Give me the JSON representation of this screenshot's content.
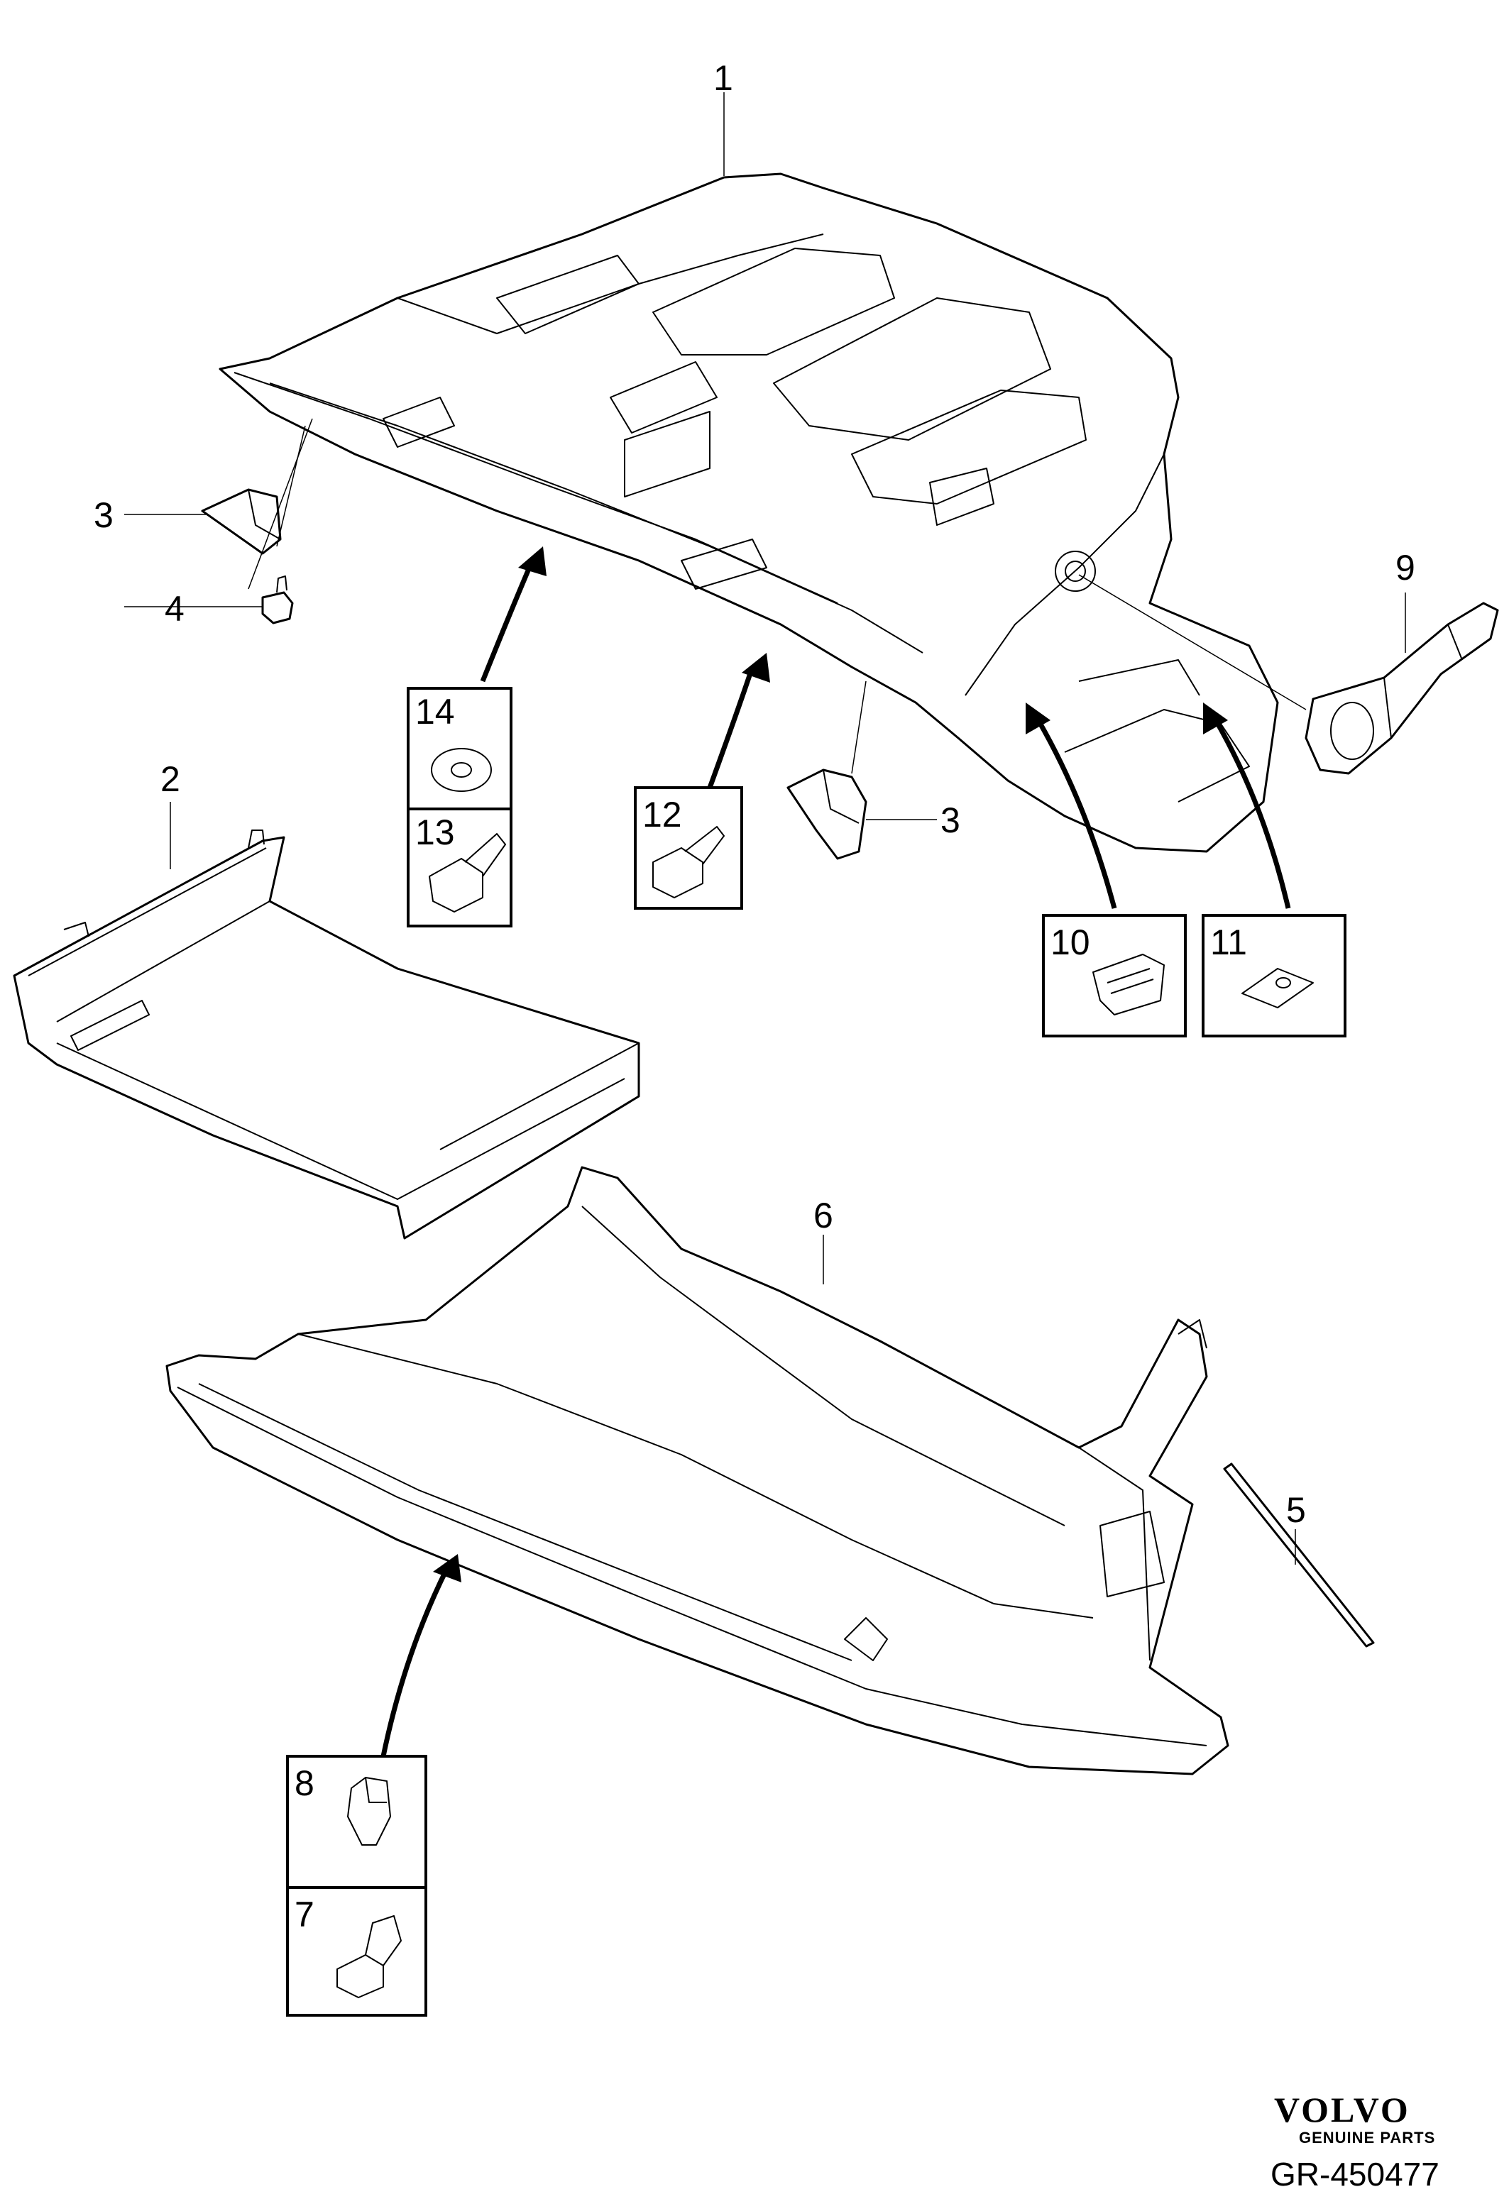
{
  "callouts": {
    "p1": "1",
    "p2": "2",
    "p3a": "3",
    "p3b": "3",
    "p4": "4",
    "p5": "5",
    "p6": "6",
    "p9": "9"
  },
  "inset_boxes": {
    "b14": "14",
    "b13": "13",
    "b12": "12",
    "b10": "10",
    "b11": "11",
    "b8": "8",
    "b7": "7"
  },
  "brand": {
    "name": "VOLVO",
    "tagline": "GENUINE PARTS"
  },
  "reference": "GR-450477"
}
